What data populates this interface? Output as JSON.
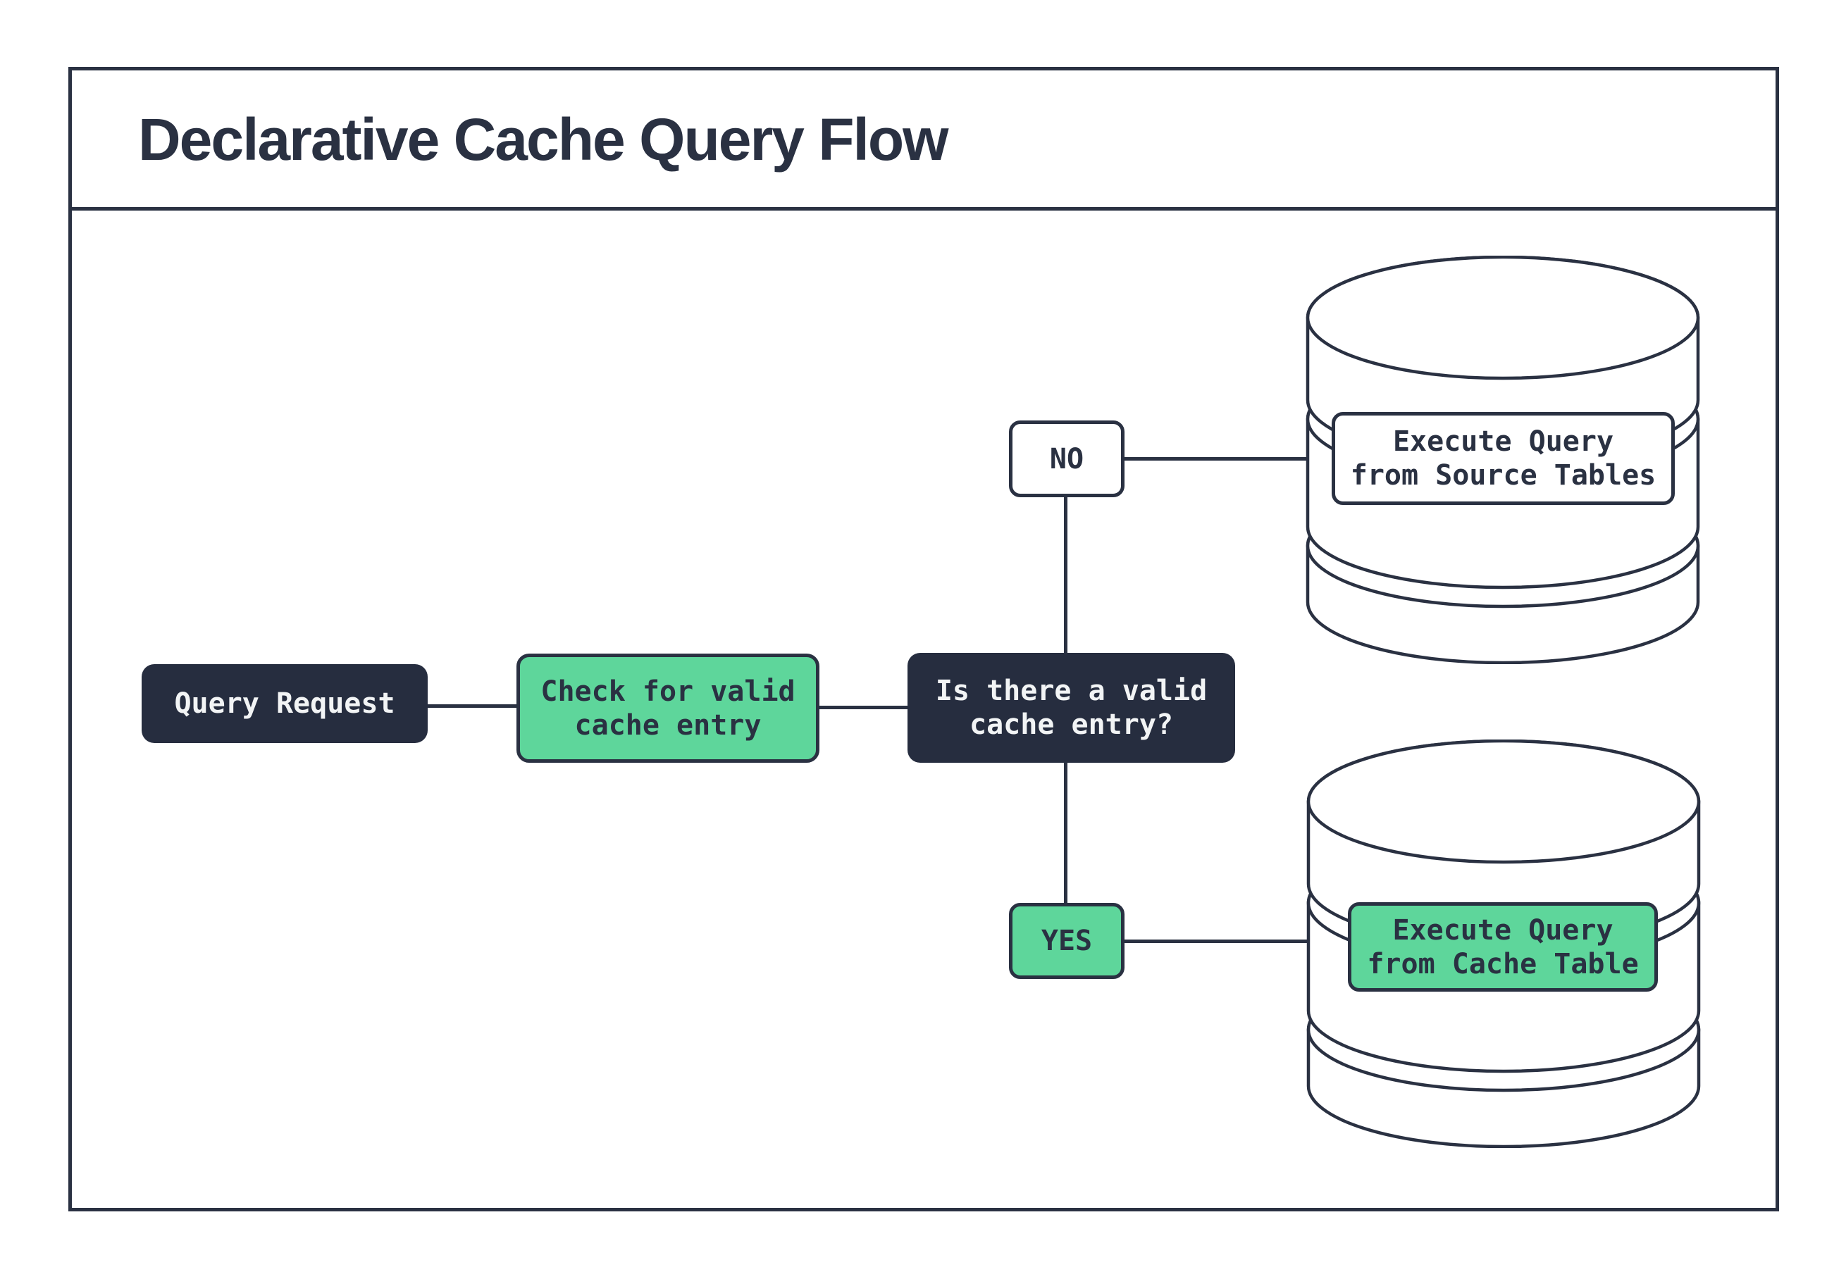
{
  "title": "Declarative Cache Query Flow",
  "colors": {
    "ink": "#2A3142",
    "dark_fill": "#262D3F",
    "green": "#5ED69B",
    "light_text": "#F2F4F5",
    "paper": "#FFFFFF"
  },
  "nodes": {
    "query_request": {
      "label": "Query Request"
    },
    "check_cache": {
      "label": "Check for valid\ncache entry"
    },
    "decision": {
      "label": "Is there a valid\ncache entry?"
    },
    "no_branch": {
      "label": "NO"
    },
    "yes_branch": {
      "label": "YES"
    },
    "execute_source": {
      "label": "Execute Query\nfrom Source Tables"
    },
    "execute_cache": {
      "label": "Execute Query\nfrom Cache Table"
    }
  }
}
